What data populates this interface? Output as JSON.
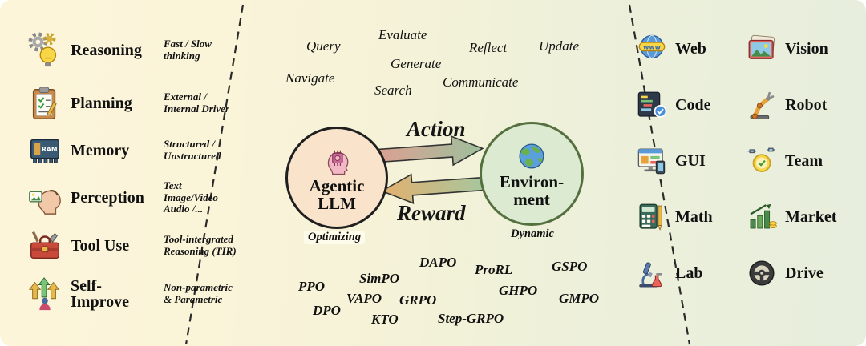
{
  "left_panel": {
    "memory_icon_text": "RAM",
    "items": [
      {
        "icon": "reasoning-icon",
        "label": "Reasoning",
        "desc": "Fast / Slow\nthinking"
      },
      {
        "icon": "planning-icon",
        "label": "Planning",
        "desc": "External /\nInternal Driver"
      },
      {
        "icon": "memory-icon",
        "label": "Memory",
        "desc": "Structured /\nUnstructured"
      },
      {
        "icon": "perception-icon",
        "label": "Perception",
        "desc": "Text\nImage/Video\nAudio /..."
      },
      {
        "icon": "tool-use-icon",
        "label": "Tool Use",
        "desc": "Tool-intergrated\nReasoning (TIR)"
      },
      {
        "icon": "self-improve-icon",
        "label": "Self-\nImprove",
        "desc": "Non-parametric\n& Parametric"
      }
    ]
  },
  "center_panel": {
    "interaction_words": [
      "Query",
      "Evaluate",
      "Generate",
      "Reflect",
      "Update",
      "Navigate",
      "Search",
      "Communicate"
    ],
    "agent_circle": {
      "line1": "Agentic",
      "line2": "LLM",
      "subtitle": "Optimizing"
    },
    "environment_circle": {
      "line1": "Environ-",
      "line2": "ment",
      "subtitle": "Dynamic"
    },
    "action_label": "Action",
    "reward_label": "Reward",
    "algorithms": [
      "PPO",
      "DPO",
      "SimPO",
      "VAPO",
      "KTO",
      "DAPO",
      "GRPO",
      "ProRL",
      "GHPO",
      "Step-GRPO",
      "GSPO",
      "GMPO"
    ]
  },
  "right_panel": {
    "web_icon_text": "www",
    "items": [
      {
        "icon": "web-icon",
        "label": "Web"
      },
      {
        "icon": "vision-icon",
        "label": "Vision"
      },
      {
        "icon": "code-icon",
        "label": "Code"
      },
      {
        "icon": "robot-icon",
        "label": "Robot"
      },
      {
        "icon": "gui-icon",
        "label": "GUI"
      },
      {
        "icon": "team-icon",
        "label": "Team"
      },
      {
        "icon": "math-icon",
        "label": "Math"
      },
      {
        "icon": "market-icon",
        "label": "Market"
      },
      {
        "icon": "lab-icon",
        "label": "Lab"
      },
      {
        "icon": "drive-icon",
        "label": "Drive"
      }
    ]
  },
  "colors": {
    "agent_fill": "#f9e4cb",
    "agent_border": "#1f1f1f",
    "environment_fill": "#dcead2",
    "environment_border": "#55703f",
    "left_bg": "#fcf5da",
    "right_bg": "#e7eedd",
    "action_gradient": [
      "#dca092",
      "#9dc09c"
    ],
    "reward_gradient": [
      "#e2b06e",
      "#a7c69e"
    ]
  }
}
